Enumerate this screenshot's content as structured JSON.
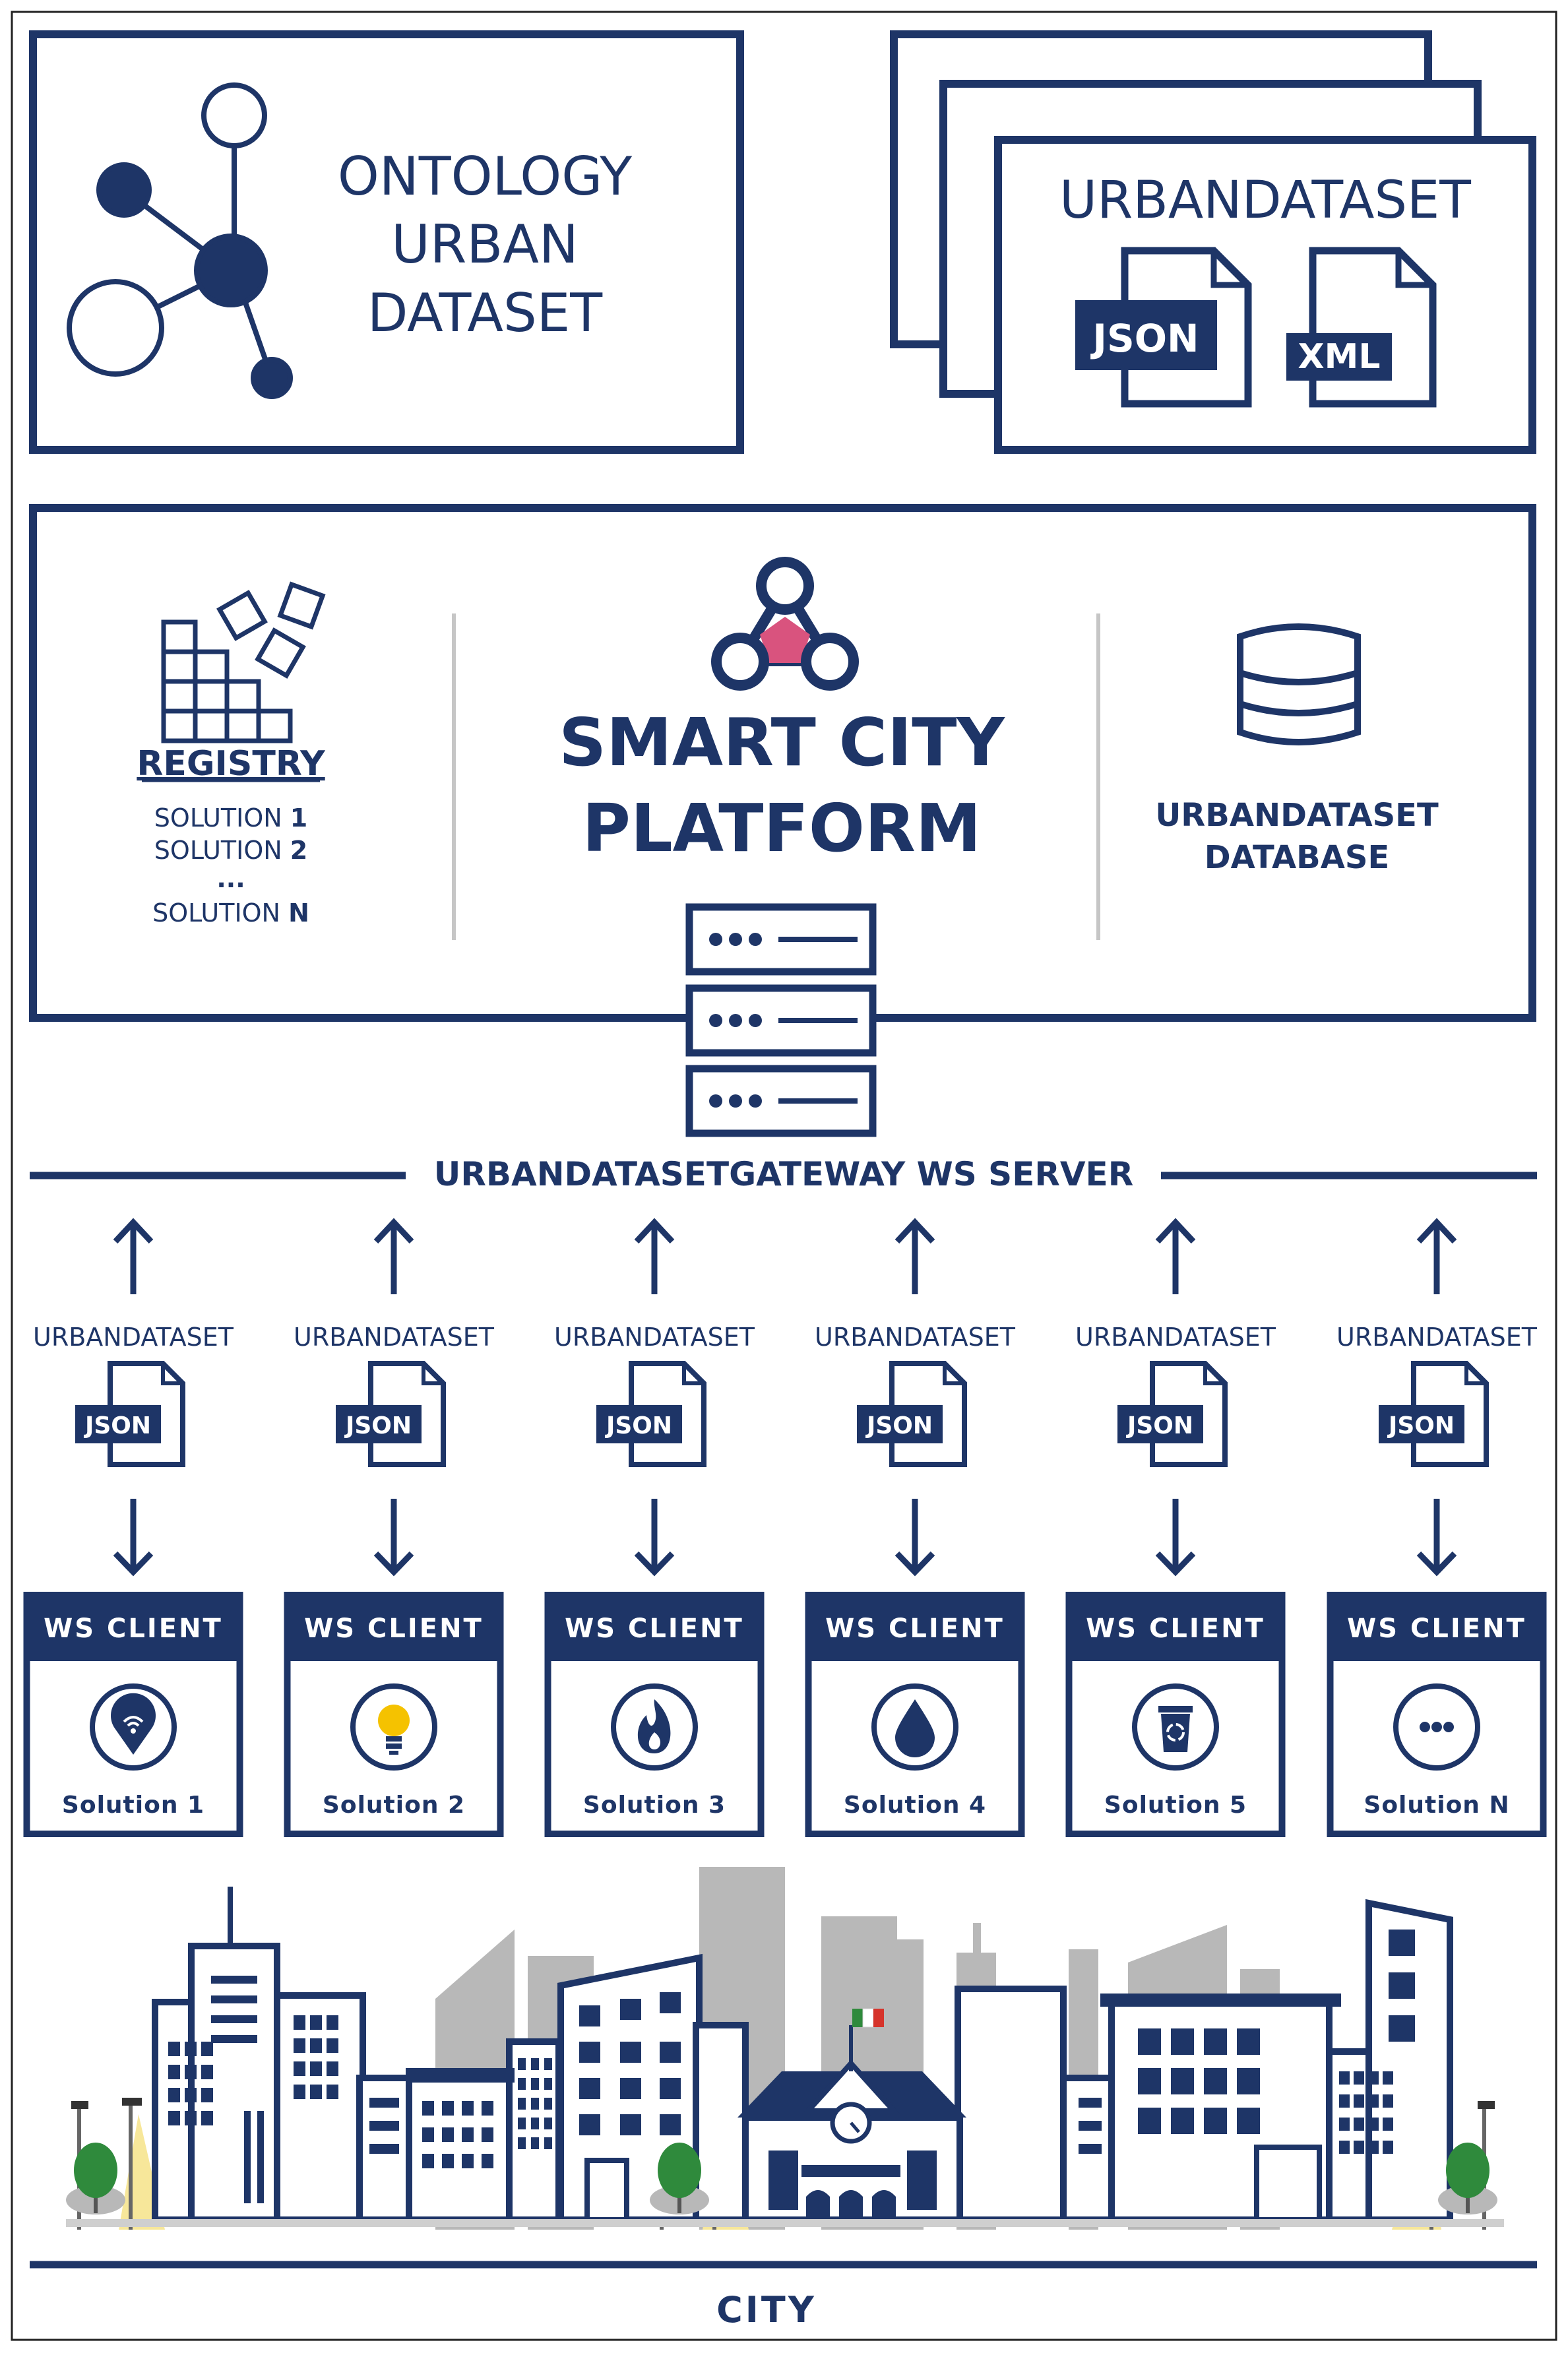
{
  "colors": {
    "navy": "#1e3567",
    "pink": "#d9537e",
    "gray_building": "#b5b5b5",
    "light_gray": "#cfcfcf",
    "yellow": "#f5c200",
    "light_yellow": "#f7e79a",
    "green": "#2f8a3c",
    "flag_green": "#2f8a3c",
    "flag_red": "#d6342b"
  },
  "ontology": {
    "title_lines": [
      "ONTOLOGY",
      "URBAN",
      "DATASET"
    ],
    "icon": "graph-network-icon"
  },
  "dataset_top": {
    "title": "URBANDATASET",
    "files": [
      {
        "label": "JSON",
        "icon": "document-icon"
      },
      {
        "label": "XML",
        "icon": "document-icon"
      }
    ]
  },
  "platform": {
    "title_lines": [
      "SMART CITY",
      "PLATFORM"
    ],
    "logo": "platform-logo-icon",
    "registry": {
      "title": "REGISTRY",
      "icon": "blocks-icon",
      "solutions": [
        {
          "prefix": "SOLUTION ",
          "bold": "1"
        },
        {
          "prefix": "SOLUTION ",
          "bold": "2"
        },
        {
          "prefix": "",
          "bold": "..."
        },
        {
          "prefix": "SOLUTION ",
          "bold": "N"
        }
      ]
    },
    "database": {
      "title_lines": [
        "URBANDATASET",
        "DATABASE"
      ],
      "icon": "database-icon"
    }
  },
  "gateway": {
    "label": "URBANDATASETGATEWAY WS SERVER",
    "server_icon": "server-rack-icon"
  },
  "columns": [
    {
      "dataset": "URBANDATASET",
      "file": "JSON",
      "client": "WS CLIENT",
      "solution_prefix": "Solution ",
      "solution_num": "1",
      "icon": "location-wifi-icon"
    },
    {
      "dataset": "URBANDATASET",
      "file": "JSON",
      "client": "WS CLIENT",
      "solution_prefix": "Solution ",
      "solution_num": "2",
      "icon": "lightbulb-icon"
    },
    {
      "dataset": "URBANDATASET",
      "file": "JSON",
      "client": "WS CLIENT",
      "solution_prefix": "Solution ",
      "solution_num": "3",
      "icon": "flame-icon"
    },
    {
      "dataset": "URBANDATASET",
      "file": "JSON",
      "client": "WS CLIENT",
      "solution_prefix": "Solution ",
      "solution_num": "4",
      "icon": "water-drop-icon"
    },
    {
      "dataset": "URBANDATASET",
      "file": "JSON",
      "client": "WS CLIENT",
      "solution_prefix": "Solution ",
      "solution_num": "5",
      "icon": "recycle-bin-icon"
    },
    {
      "dataset": "URBANDATASET",
      "file": "JSON",
      "client": "WS CLIENT",
      "solution_prefix": "Solution ",
      "solution_num": "N",
      "icon": "more-dots-icon"
    }
  ],
  "city": {
    "label": "CITY",
    "illustration": "city-skyline-illustration"
  }
}
